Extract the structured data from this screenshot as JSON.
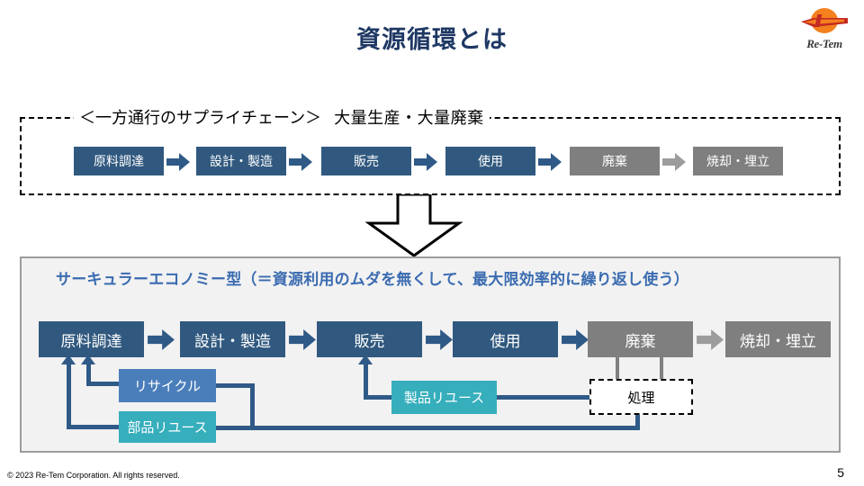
{
  "slide": {
    "title": "資源循環とは",
    "page_number": "5",
    "copyright": "© 2023 Re-Tem Corporation. All rights reserved."
  },
  "logo": {
    "name": "re-tem-logo",
    "text": "Re-Tem",
    "mark_color_circle": "#F07B1E",
    "mark_color_bar": "#C32B23"
  },
  "linear_section": {
    "caption_tag": "＜一方通行のサプライチェーン＞",
    "caption_sub": "大量生産・大量廃棄",
    "border_style": "dashed",
    "border_color": "#000000",
    "steps": [
      {
        "label": "原料調達",
        "color": "#31597F",
        "type": "blue"
      },
      {
        "label": "設計・製造",
        "color": "#31597F",
        "type": "blue"
      },
      {
        "label": "販売",
        "color": "#31597F",
        "type": "blue"
      },
      {
        "label": "使用",
        "color": "#31597F",
        "type": "blue"
      },
      {
        "label": "廃棄",
        "color": "#7F7F7F",
        "type": "gray"
      },
      {
        "label": "焼却・埋立",
        "color": "#7F7F7F",
        "type": "gray"
      }
    ]
  },
  "transition": {
    "icon": "down-arrow-icon",
    "fill": "#FFFFFF",
    "stroke": "#000000"
  },
  "circular_section": {
    "heading": "サーキュラーエコノミー型（＝資源利用のムダを無くして、最大限効率的に繰り返し使う）",
    "heading_color": "#3A6BB0",
    "panel_bg": "#F2F2F2",
    "panel_border": "#9C9C9C",
    "steps": [
      {
        "label": "原料調達",
        "color": "#31597F",
        "type": "blue"
      },
      {
        "label": "設計・製造",
        "color": "#31597F",
        "type": "blue"
      },
      {
        "label": "販売",
        "color": "#31597F",
        "type": "blue"
      },
      {
        "label": "使用",
        "color": "#31597F",
        "type": "blue"
      },
      {
        "label": "廃棄",
        "color": "#7F7F7F",
        "type": "gray"
      },
      {
        "label": "焼却・埋立",
        "color": "#7F7F7F",
        "type": "gray"
      }
    ],
    "loops": [
      {
        "label": "リサイクル",
        "color": "#4A7EBB",
        "type": "mid"
      },
      {
        "label": "部品リユース",
        "color": "#36AEBC",
        "type": "teal"
      },
      {
        "label": "製品リユース",
        "color": "#36AEBC",
        "type": "teal"
      },
      {
        "label": "処理",
        "color": "#FFFFFF",
        "type": "dashed-white"
      }
    ]
  }
}
